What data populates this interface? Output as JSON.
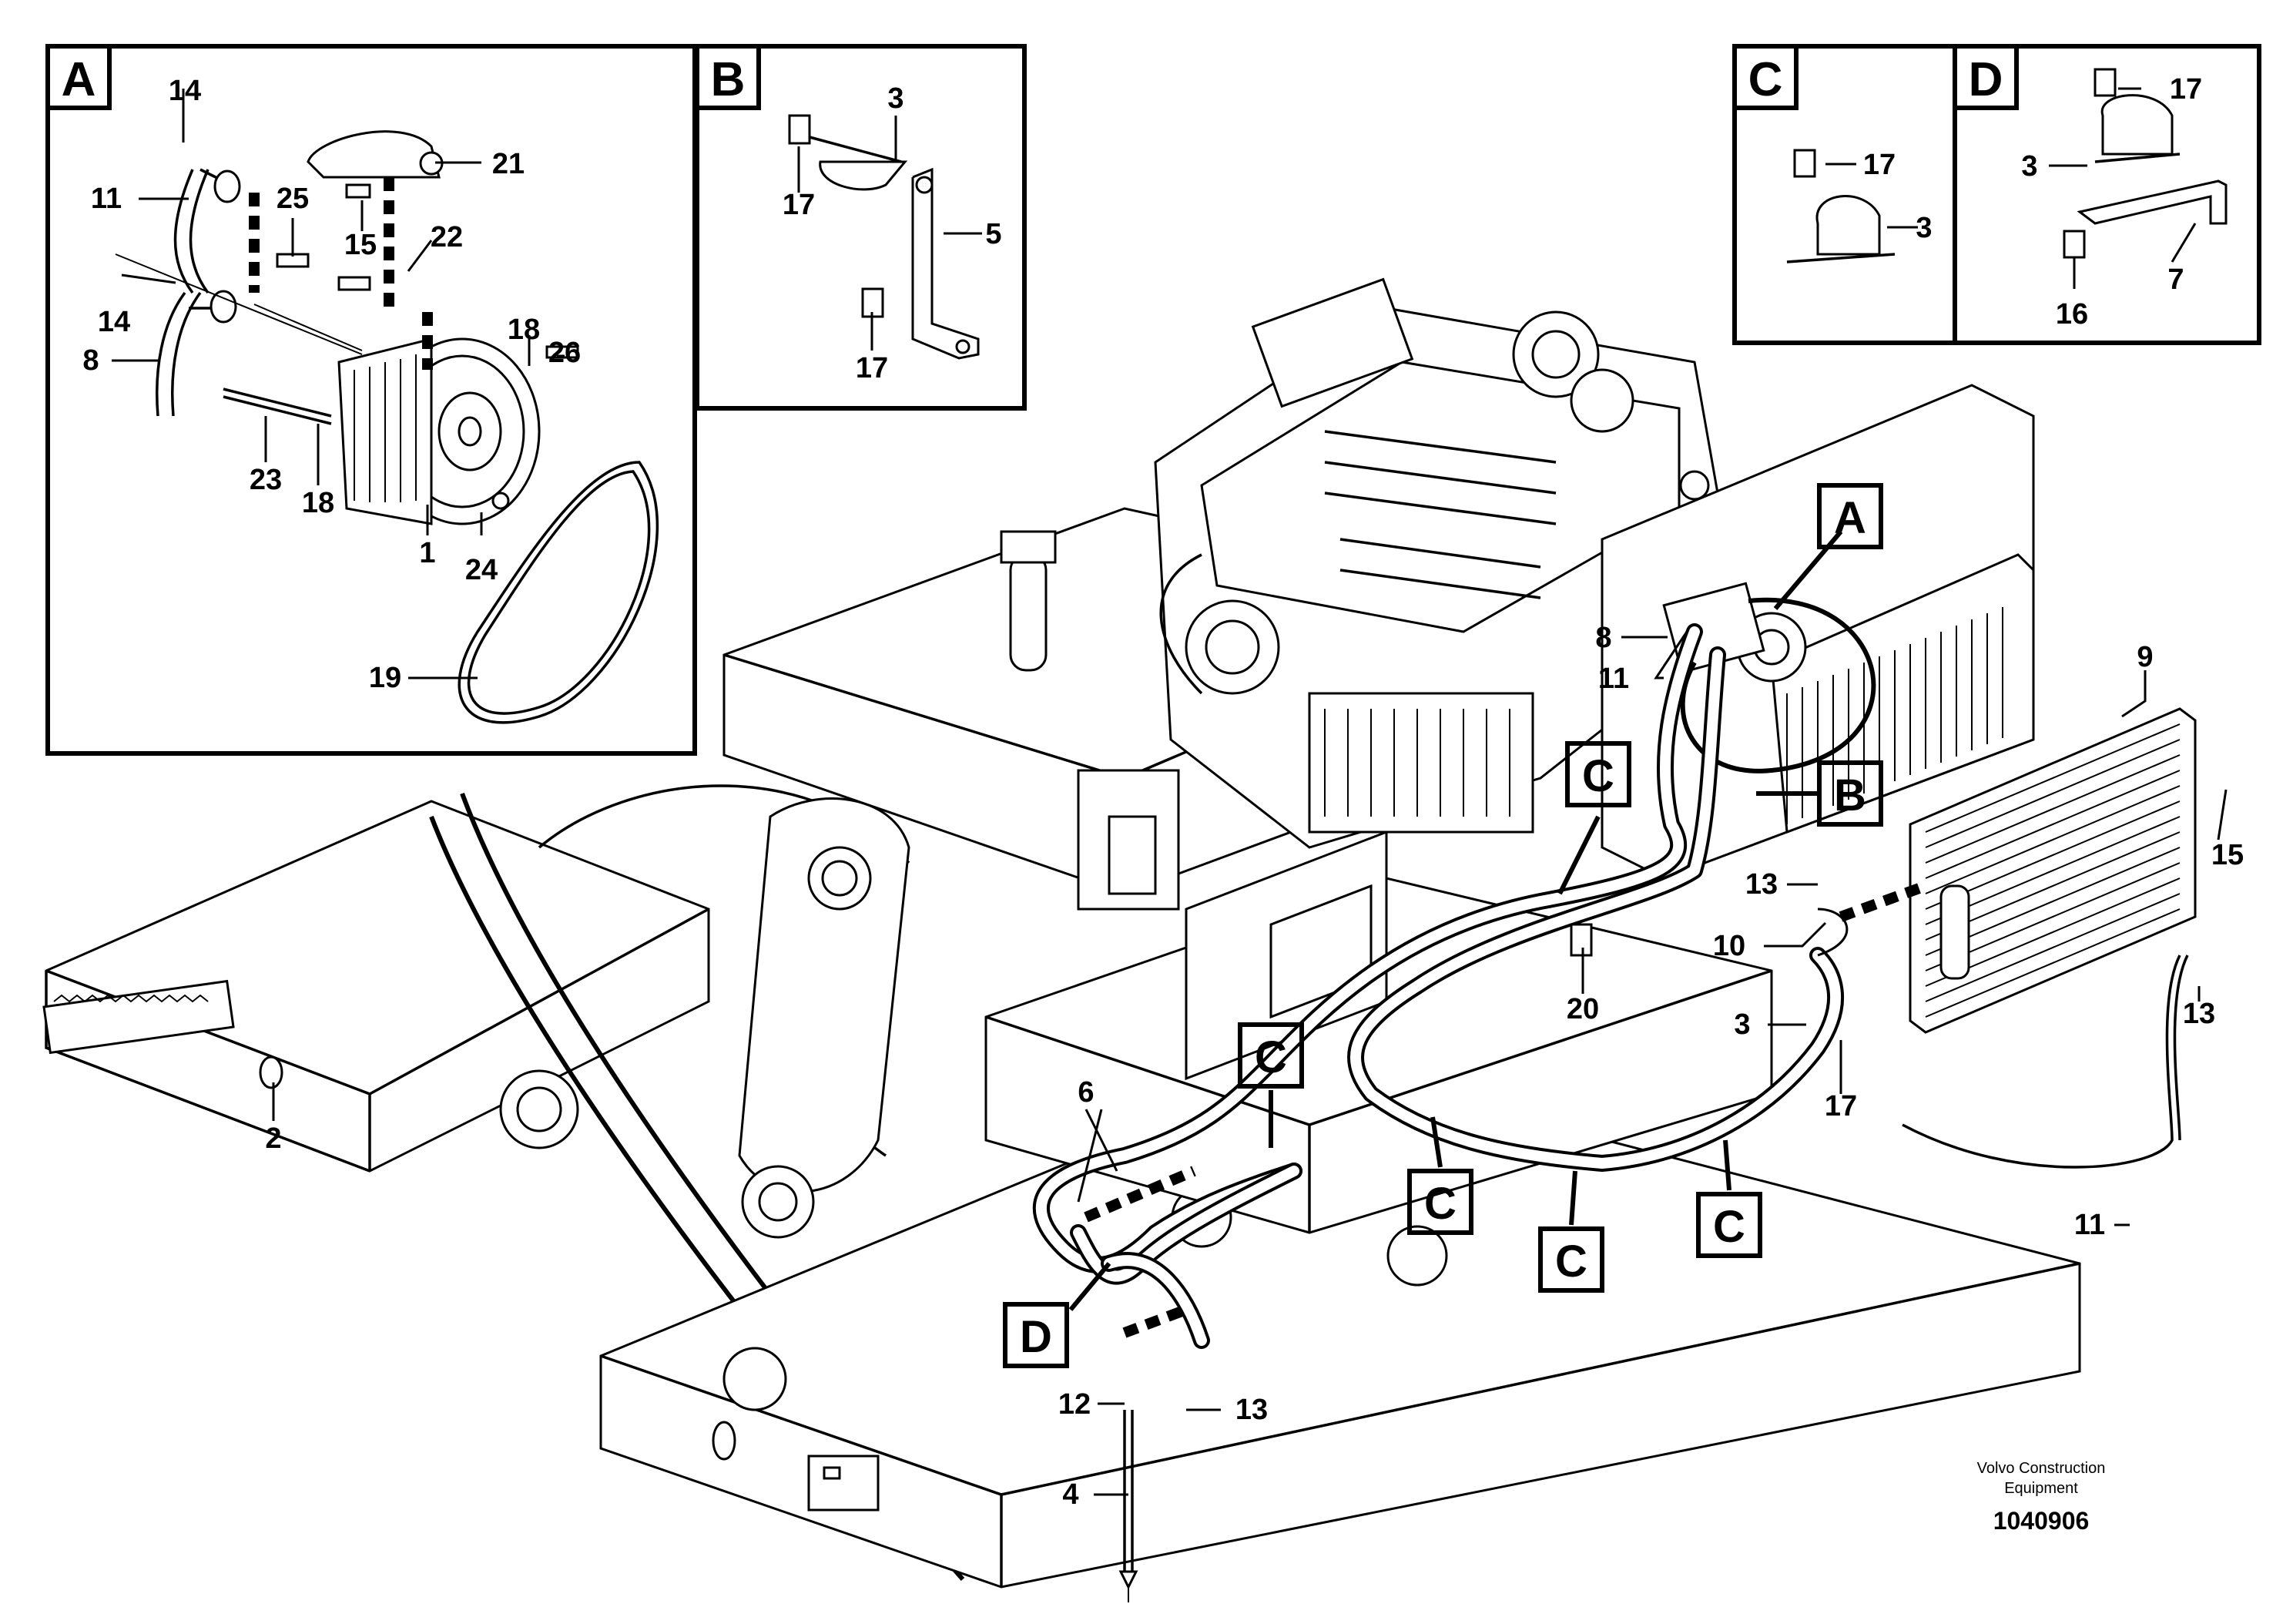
{
  "diagram": {
    "detail_boxes": [
      {
        "letter": "A"
      },
      {
        "letter": "B"
      },
      {
        "letter": "C"
      },
      {
        "letter": "D"
      }
    ],
    "detail_A_labels": [
      "14",
      "11",
      "25",
      "15",
      "21",
      "22",
      "14",
      "8",
      "18",
      "26",
      "23",
      "18",
      "1",
      "24",
      "19"
    ],
    "detail_B_labels": [
      "3",
      "17",
      "5",
      "17"
    ],
    "detail_C_labels": [
      "17",
      "3"
    ],
    "detail_D_labels": [
      "17",
      "3",
      "7",
      "16"
    ],
    "main_labels": [
      "8",
      "11",
      "9",
      "15",
      "13",
      "10",
      "3",
      "17",
      "20",
      "2",
      "6",
      "12",
      "13",
      "4",
      "11",
      "13"
    ],
    "callout_tags": [
      "A",
      "B",
      "C",
      "C",
      "C",
      "C",
      "C",
      "D"
    ],
    "publisher_line1": "Volvo Construction",
    "publisher_line2": "Equipment",
    "figure_number": "1040906"
  }
}
